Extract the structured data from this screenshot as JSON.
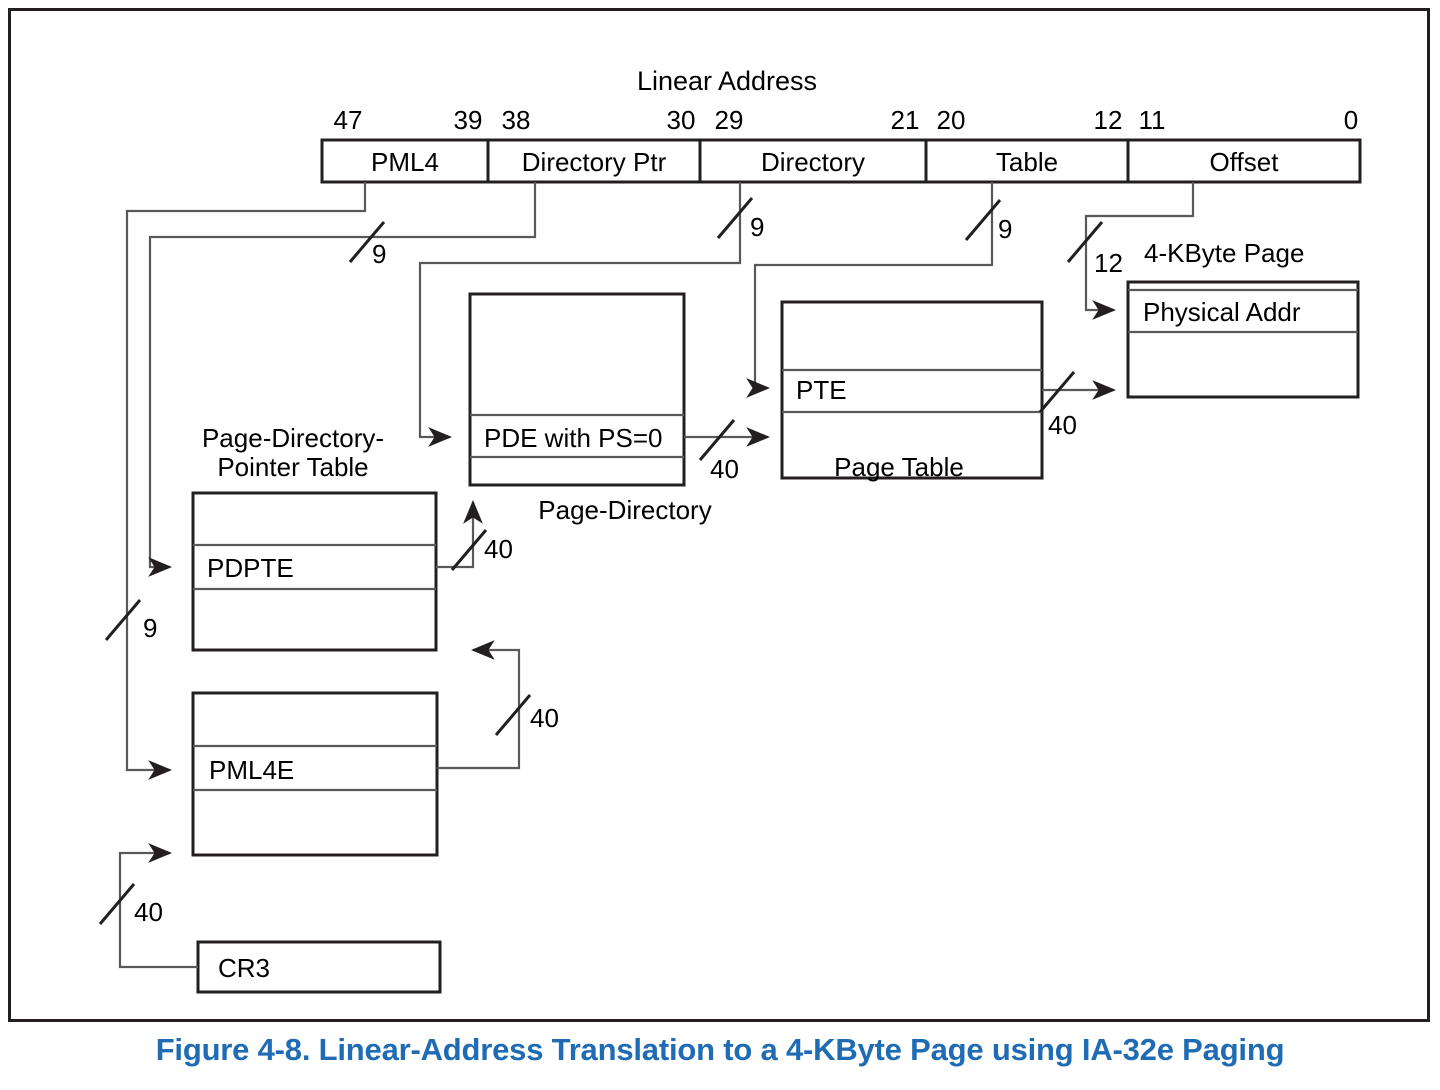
{
  "figure": {
    "caption": "Figure 4-8.  Linear-Address Translation to a 4-KByte Page using IA-32e Paging",
    "caption_color": "#1f6cb4"
  },
  "linear_address": {
    "title": "Linear Address",
    "bit_labels": [
      "47",
      "39",
      "38",
      "30",
      "29",
      "21",
      "20",
      "12",
      "11",
      "0"
    ],
    "fields": [
      {
        "label": "PML4",
        "high_bit": "47",
        "low_bit": "39"
      },
      {
        "label": "Directory Ptr",
        "high_bit": "38",
        "low_bit": "30"
      },
      {
        "label": "Directory",
        "high_bit": "29",
        "low_bit": "21"
      },
      {
        "label": "Table",
        "high_bit": "20",
        "low_bit": "12"
      },
      {
        "label": "Offset",
        "high_bit": "11",
        "low_bit": "0"
      }
    ]
  },
  "structures": {
    "page_directory_pointer_table": {
      "caption_line1": "Page-Directory-",
      "caption_line2": "Pointer Table",
      "entry": "PDPTE"
    },
    "page_directory": {
      "caption": "Page-Directory",
      "entry": "PDE with PS=0"
    },
    "page_table": {
      "caption": "Page Table",
      "entry": "PTE"
    },
    "pml4_table": {
      "entry": "PML4E"
    },
    "four_kbyte_page": {
      "caption": "4-KByte Page",
      "entry": "Physical Addr"
    },
    "cr3": {
      "label": "CR3"
    }
  },
  "bus_widths": {
    "pml4_index": "9",
    "dirptr_index": "9",
    "directory_index": "9",
    "table_index": "9",
    "offset_width": "12",
    "cr3_base": "40",
    "pml4e_base": "40",
    "pdpte_base": "40",
    "pde_base": "40",
    "pte_base": "40"
  }
}
